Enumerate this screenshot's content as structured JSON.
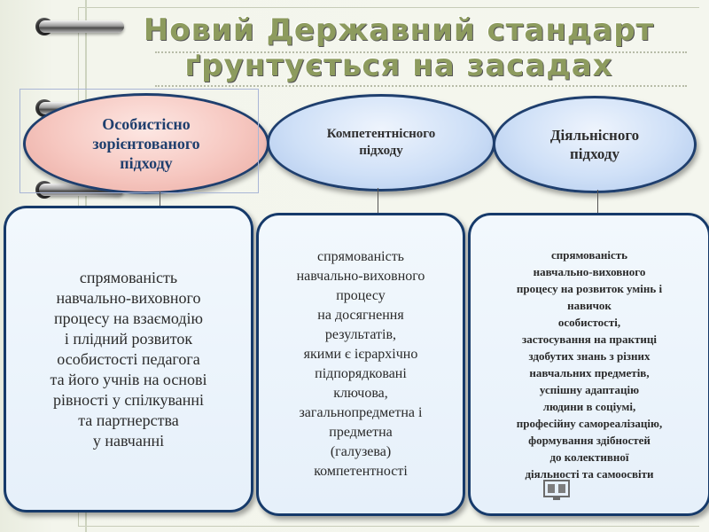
{
  "title": {
    "line1": "Новий Державний стандарт",
    "line2": "ґрунтується  на засадах"
  },
  "approaches": [
    {
      "heading": "Особистісно\nзорієнтованого\nпідходу",
      "description": "спрямованість\nнавчально-виховного\n процесу на взаємодію\nі плідний розвиток\nособистості педагога\n та його учнів на основі\nрівності у спілкуванні\nта партнерства\nу навчанні"
    },
    {
      "heading": "Компетентнісного\nпідходу",
      "description": "спрямованість\nнавчально-виховного\nпроцесу\nна досягнення\nрезультатів,\n якими є ієрархічно\nпідпорядковані\nключова,\nзагальнопредметна і\nпредметна\n(галузева)\nкомпетентності"
    },
    {
      "heading": "Діяльнісного\nпідходу",
      "description": "спрямованість\nнавчально-виховного\nпроцесу на розвиток умінь і\nнавичок\nособистості,\nзастосування на практиці\nздобутих знань з різних\nнавчальних предметів,\nуспішну адаптацію\nлюдини в соціумі,\nпрофесійну самореалізацію,\nформування здібностей\nдо колективної\nдіяльності та самоосвіти"
    }
  ],
  "colors": {
    "title": "#8d9b5e",
    "accent_border": "#1f3f6e",
    "ellipse_pink": "#f6c7c0",
    "ellipse_blue": "#cfe0f7",
    "box_fill": "#e6f0fa"
  },
  "icons": [
    "binder-ring-icon",
    "watermark-logo-icon"
  ]
}
